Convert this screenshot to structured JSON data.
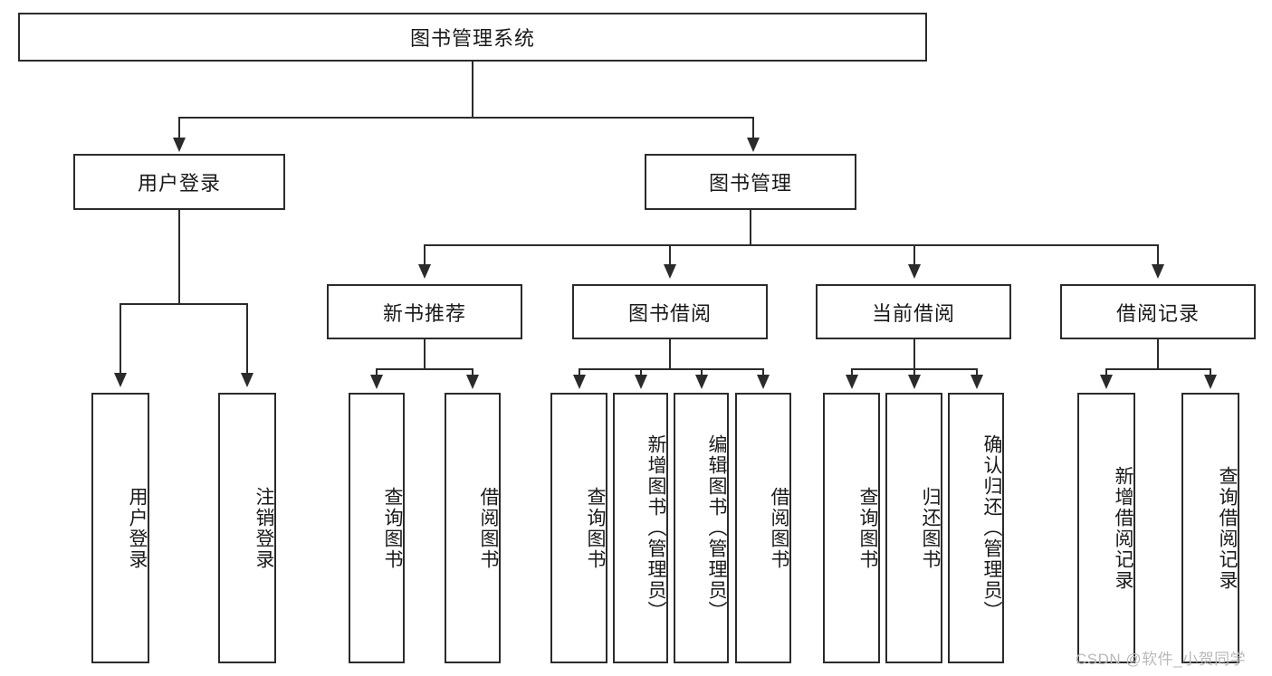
{
  "diagram": {
    "title": "图书管理系统",
    "type": "hierarchy-tree",
    "root": {
      "label": "图书管理系统"
    },
    "level2": [
      {
        "label": "用户登录"
      },
      {
        "label": "图书管理"
      }
    ],
    "level3": [
      {
        "label": "新书推荐"
      },
      {
        "label": "图书借阅"
      },
      {
        "label": "当前借阅"
      },
      {
        "label": "借阅记录"
      }
    ],
    "leaves": {
      "user_login": [
        {
          "label": "用户登录"
        },
        {
          "label": "注销登录"
        }
      ],
      "new_book_recommend": [
        {
          "label": "查询图书"
        },
        {
          "label": "借阅图书"
        }
      ],
      "book_borrow": [
        {
          "label": "查询图书"
        },
        {
          "label": "新增图书（管理员）"
        },
        {
          "label": "编辑图书（管理员）"
        },
        {
          "label": "借阅图书"
        }
      ],
      "current_borrow": [
        {
          "label": "查询图书"
        },
        {
          "label": "归还图书"
        },
        {
          "label": "确认归还（管理员）"
        }
      ],
      "borrow_records": [
        {
          "label": "新增借阅记录"
        },
        {
          "label": "查询借阅记录"
        }
      ]
    },
    "watermark": "CSDN @软件_小贺同学",
    "colors": {
      "stroke": "#2b2b2b",
      "fill": "#ffffff",
      "text": "#1a1a1a",
      "watermark": "#b9b9b9"
    }
  }
}
